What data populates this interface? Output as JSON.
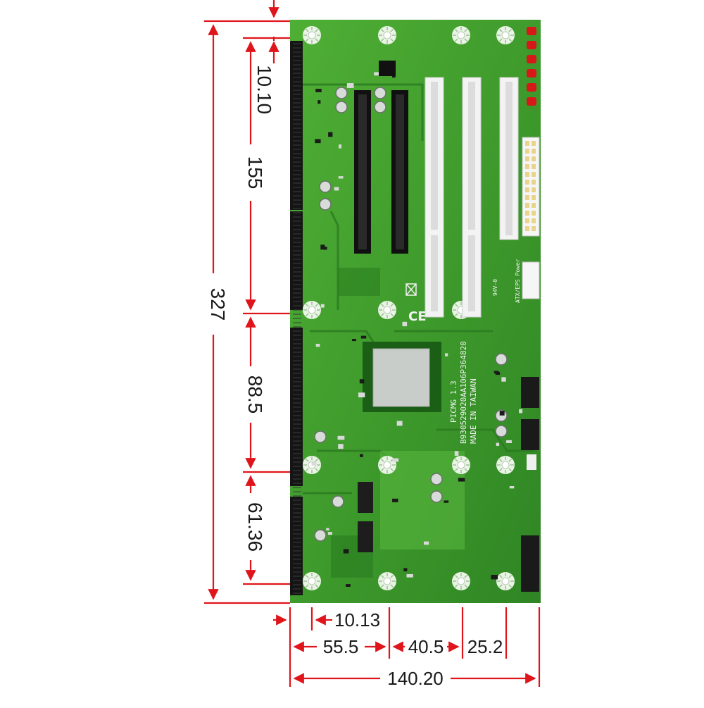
{
  "colors": {
    "dimension": "#e0141b",
    "pcb_dark": "#1f6b1a",
    "pcb_mid": "#3d9a2c",
    "pcb_light": "#5dbb3f",
    "slot_black": "#111111",
    "slot_white": "#f4f4f4",
    "chip_gray": "#c8ccc8"
  },
  "dimensions": {
    "vertical": {
      "total": "327",
      "d1": "10.10",
      "d2": "155",
      "d3": "88.5",
      "d4": "61.36"
    },
    "horizontal": {
      "d1": "10.13",
      "d2": "55.5",
      "d3": "40.5",
      "d4": "25.2",
      "total": "140.20"
    }
  },
  "board_silkscreen": {
    "model": "PICMG 1.3",
    "serial": "B930529020AA106P364820",
    "origin": "MADE IN TAIWAN",
    "power_label": "ATX/EPS Power",
    "small_label": "94V-0"
  }
}
